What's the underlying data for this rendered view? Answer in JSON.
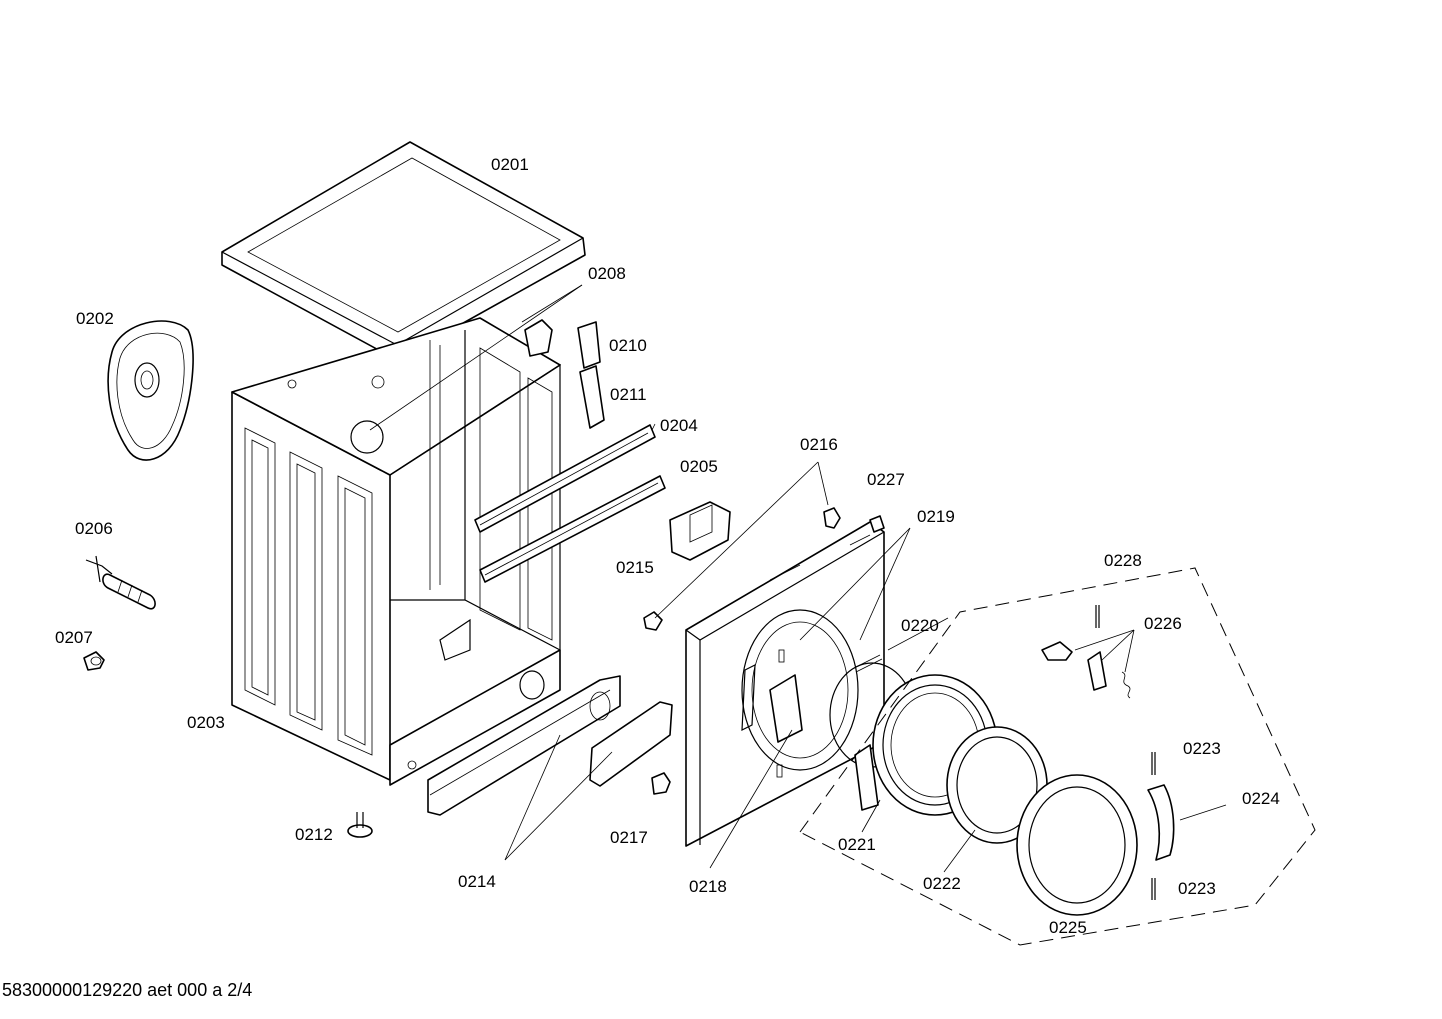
{
  "callouts": {
    "c0201": "0201",
    "c0202": "0202",
    "c0203": "0203",
    "c0204": "0204",
    "c0205": "0205",
    "c0206": "0206",
    "c0207": "0207",
    "c0208": "0208",
    "c0210": "0210",
    "c0211": "0211",
    "c0212": "0212",
    "c0214": "0214",
    "c0215": "0215",
    "c0216": "0216",
    "c0217": "0217",
    "c0218": "0218",
    "c0219": "0219",
    "c0220": "0220",
    "c0221": "0221",
    "c0222": "0222",
    "c0223a": "0223",
    "c0223b": "0223",
    "c0224": "0224",
    "c0225": "0225",
    "c0226": "0226",
    "c0227": "0227",
    "c0228": "0228"
  },
  "footer": "58300000129220 aet 000 a 2/4"
}
